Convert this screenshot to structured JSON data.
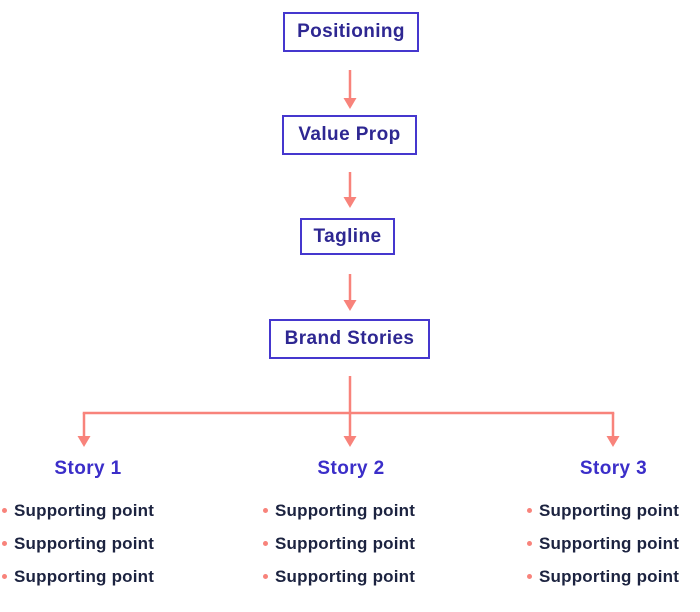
{
  "flowchart": {
    "nodes": [
      {
        "id": "positioning",
        "label": "Positioning"
      },
      {
        "id": "value-prop",
        "label": "Value Prop"
      },
      {
        "id": "tagline",
        "label": "Tagline"
      },
      {
        "id": "brand-stories",
        "label": "Brand Stories"
      }
    ],
    "stories": [
      {
        "title": "Story 1",
        "points": [
          "Supporting point",
          "Supporting point",
          "Supporting point"
        ]
      },
      {
        "title": "Story 2",
        "points": [
          "Supporting point",
          "Supporting point",
          "Supporting point"
        ]
      },
      {
        "title": "Story 3",
        "points": [
          "Supporting point",
          "Supporting point",
          "Supporting point"
        ]
      }
    ],
    "colors": {
      "box_border": "#4537CE",
      "box_text": "#2E2792",
      "story_heading": "#3B2EC9",
      "body_text": "#1C2340",
      "arrow": "#F8837B",
      "background": "#FFFFFF"
    }
  }
}
